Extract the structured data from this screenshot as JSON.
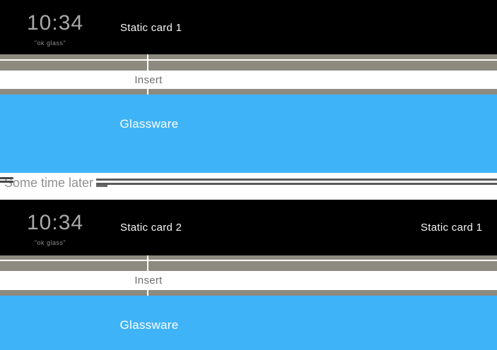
{
  "colors": {
    "blue": "#3fb3f7",
    "gray_bar": "#8d8a80",
    "card_black": "#000000",
    "line_dark": "#5a5a5a"
  },
  "timeline_1": {
    "clock": {
      "time": "10:34",
      "hotword": "\"ok glass\""
    },
    "cards": [
      {
        "label": "Static card 1"
      }
    ],
    "insert_label": "Insert",
    "glassware_label": "Glassware"
  },
  "divider": {
    "label": "Some time later"
  },
  "timeline_2": {
    "clock": {
      "time": "10:34",
      "hotword": "\"ok glass\""
    },
    "cards": [
      {
        "label": "Static card 2"
      },
      {
        "label": "Static card 1"
      }
    ],
    "insert_label": "Insert",
    "glassware_label": "Glassware"
  }
}
